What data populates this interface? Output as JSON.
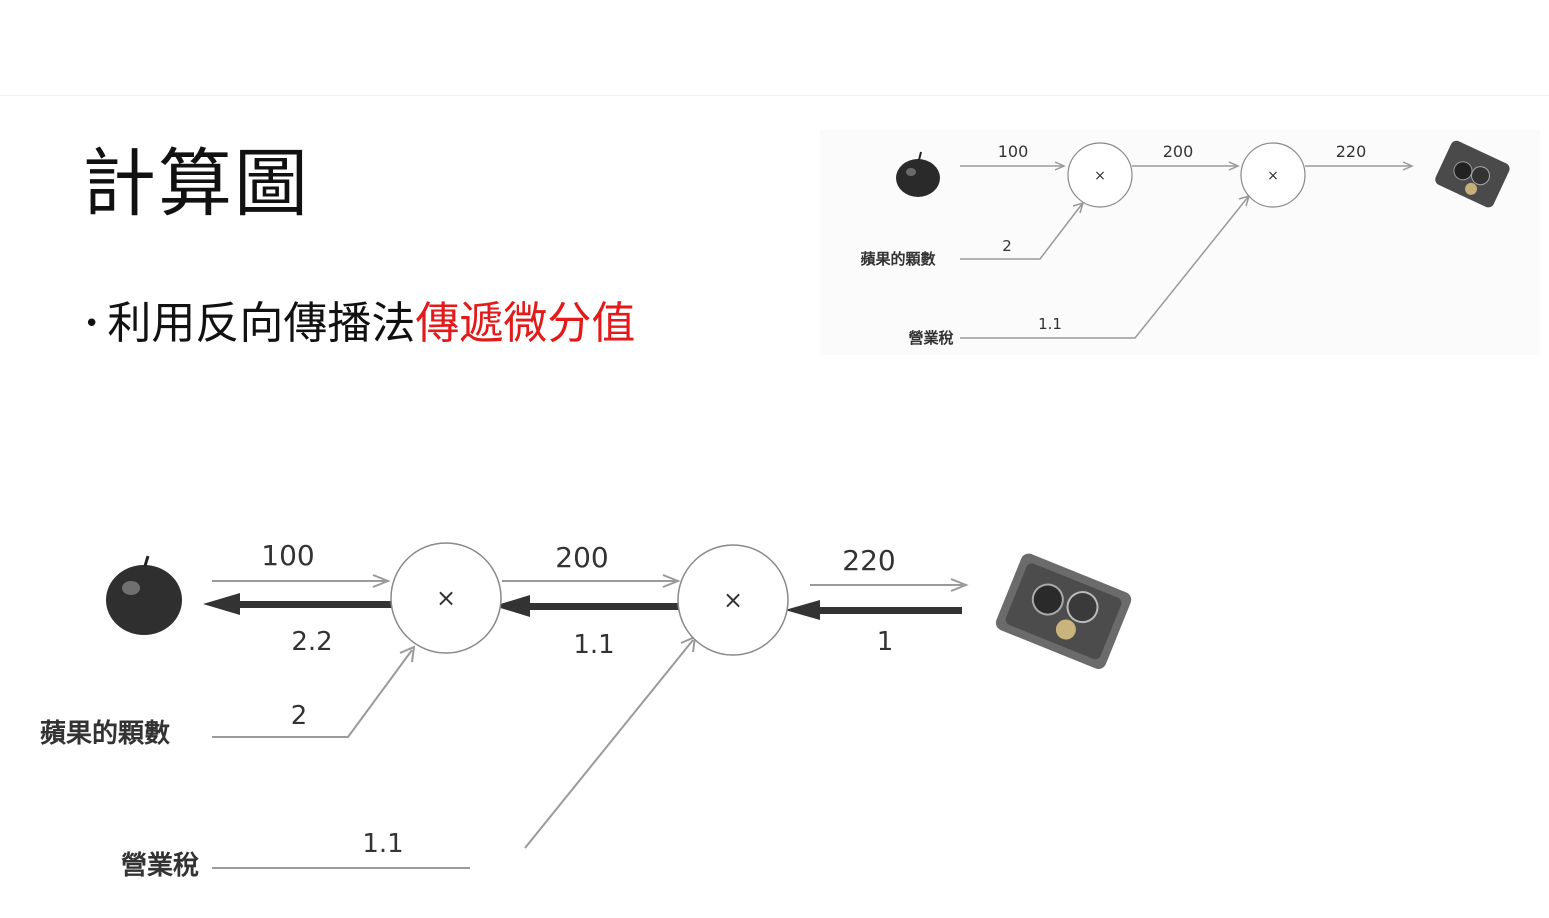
{
  "slide": {
    "title": "計算圖",
    "bullet": {
      "prefix": "利用反向傳播法",
      "highlight": "傳遞微分值"
    },
    "accent_color": "#e41a1a"
  },
  "diagram_small": {
    "input_1": "100",
    "output_1": "200",
    "output_2": "220",
    "node_label": "×",
    "apple_count": {
      "label": "蘋果的顆數",
      "value": "2"
    },
    "tax": {
      "label": "營業稅",
      "value": "1.1"
    },
    "icons": [
      "apple-icon",
      "multiply-node-icon",
      "wallet-icon"
    ]
  },
  "diagram_large": {
    "forward": [
      "100",
      "200",
      "220"
    ],
    "backward": [
      "2.2",
      "1.1",
      "1"
    ],
    "node_label": "×",
    "apple_count": {
      "label": "蘋果的顆數",
      "value": "2"
    },
    "tax": {
      "label": "營業稅",
      "value": "1.1"
    },
    "icons": [
      "apple-icon",
      "multiply-node-icon",
      "wallet-icon"
    ]
  }
}
